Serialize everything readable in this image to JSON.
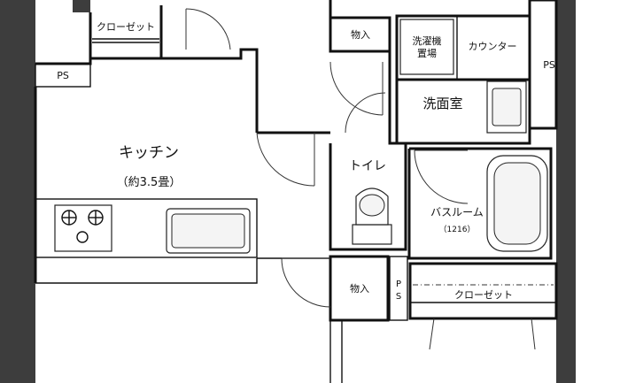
{
  "labels": {
    "closet_top": "クローゼット",
    "ps_left": "PS",
    "kitchen": "キッチン",
    "kitchen_size": "（約3.5畳）",
    "storage_top": "物入",
    "washer_area_line1": "洗濯機",
    "washer_area_line2": "置場",
    "counter": "カウンター",
    "ps_right": "PS",
    "washroom": "洗面室",
    "toilet": "トイレ",
    "bathroom": "バスルーム",
    "bathroom_size": "（1216）",
    "storage_bottom": "物入",
    "ps_small_1": "P",
    "ps_small_2": "S",
    "closet_bottom": "クローゼット"
  },
  "colors": {
    "wall": "#3d3d3d",
    "line": "#111111",
    "background": "#ffffff"
  }
}
